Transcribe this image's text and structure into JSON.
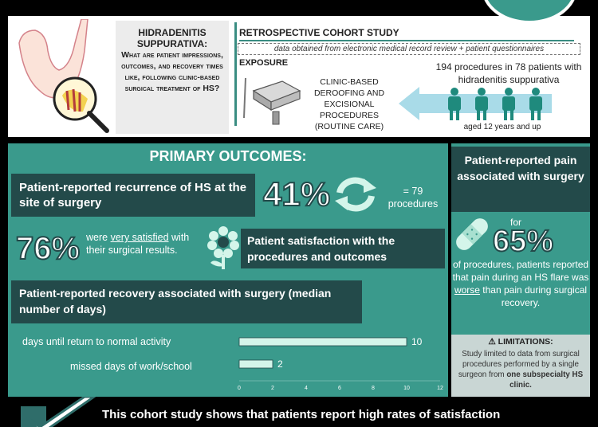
{
  "header": {
    "question_title": "HIDRADENITIS SUPPURATIVA:",
    "question_body": "What are patient impressions, outcomes, and recovery times like, following clinic-based surgical treatment of HS?"
  },
  "study": {
    "title": "RETROSPECTIVE COHORT STUDY",
    "subtitle": "data obtained from electronic medical record review + patient questionnaires",
    "exposure_label": "EXPOSURE",
    "exposure_text": "CLINIC-BASED DEROOFING AND EXCISIONAL PROCEDURES (ROUTINE CARE)",
    "population": "194 procedures in 78 patients with hidradenitis suppurativa",
    "age": "aged 12 years and up"
  },
  "outcomes": {
    "title": "PRIMARY OUTCOMES:",
    "recurrence_label": "Patient-reported recurrence of HS at the site of surgery",
    "recurrence_pct": "41%",
    "recurrence_eq": "= 79 procedures",
    "satisfaction_pct": "76%",
    "satisfaction_pre": "were",
    "satisfaction_underlined": "very satisfied",
    "satisfaction_post": "with their surgical results.",
    "satisfaction_label": "Patient satisfaction with the procedures and outcomes",
    "recovery_label": "Patient-reported recovery associated with surgery (median number of days)"
  },
  "chart_data": {
    "type": "bar",
    "categories": [
      "days until return to normal activity",
      "missed days of work/school"
    ],
    "values": [
      10,
      2
    ],
    "xlim": [
      0,
      12
    ],
    "xticks": [
      0,
      2,
      4,
      6,
      8,
      10,
      12
    ],
    "value_labels": [
      "10",
      "2"
    ],
    "bar_color": "#d4f5ea"
  },
  "pain": {
    "title": "Patient-reported pain associated with surgery",
    "for": "for",
    "pct": "65%",
    "text_pre": "of procedures, patients reported that pain during an HS flare was",
    "text_underlined": "worse",
    "text_post": "than pain during surgical recovery."
  },
  "limitations": {
    "title": "LIMITATIONS:",
    "text_pre": "Study limited to data from surgical procedures performed by a single surgeon from",
    "text_bold": "one subspecialty HS clinic."
  },
  "conclusion": {
    "text": "This cohort study shows that patients report high rates of satisfaction"
  },
  "colors": {
    "teal": "#3a9a8c",
    "dark_teal": "#234a4a",
    "mint": "#d4f5ea"
  }
}
